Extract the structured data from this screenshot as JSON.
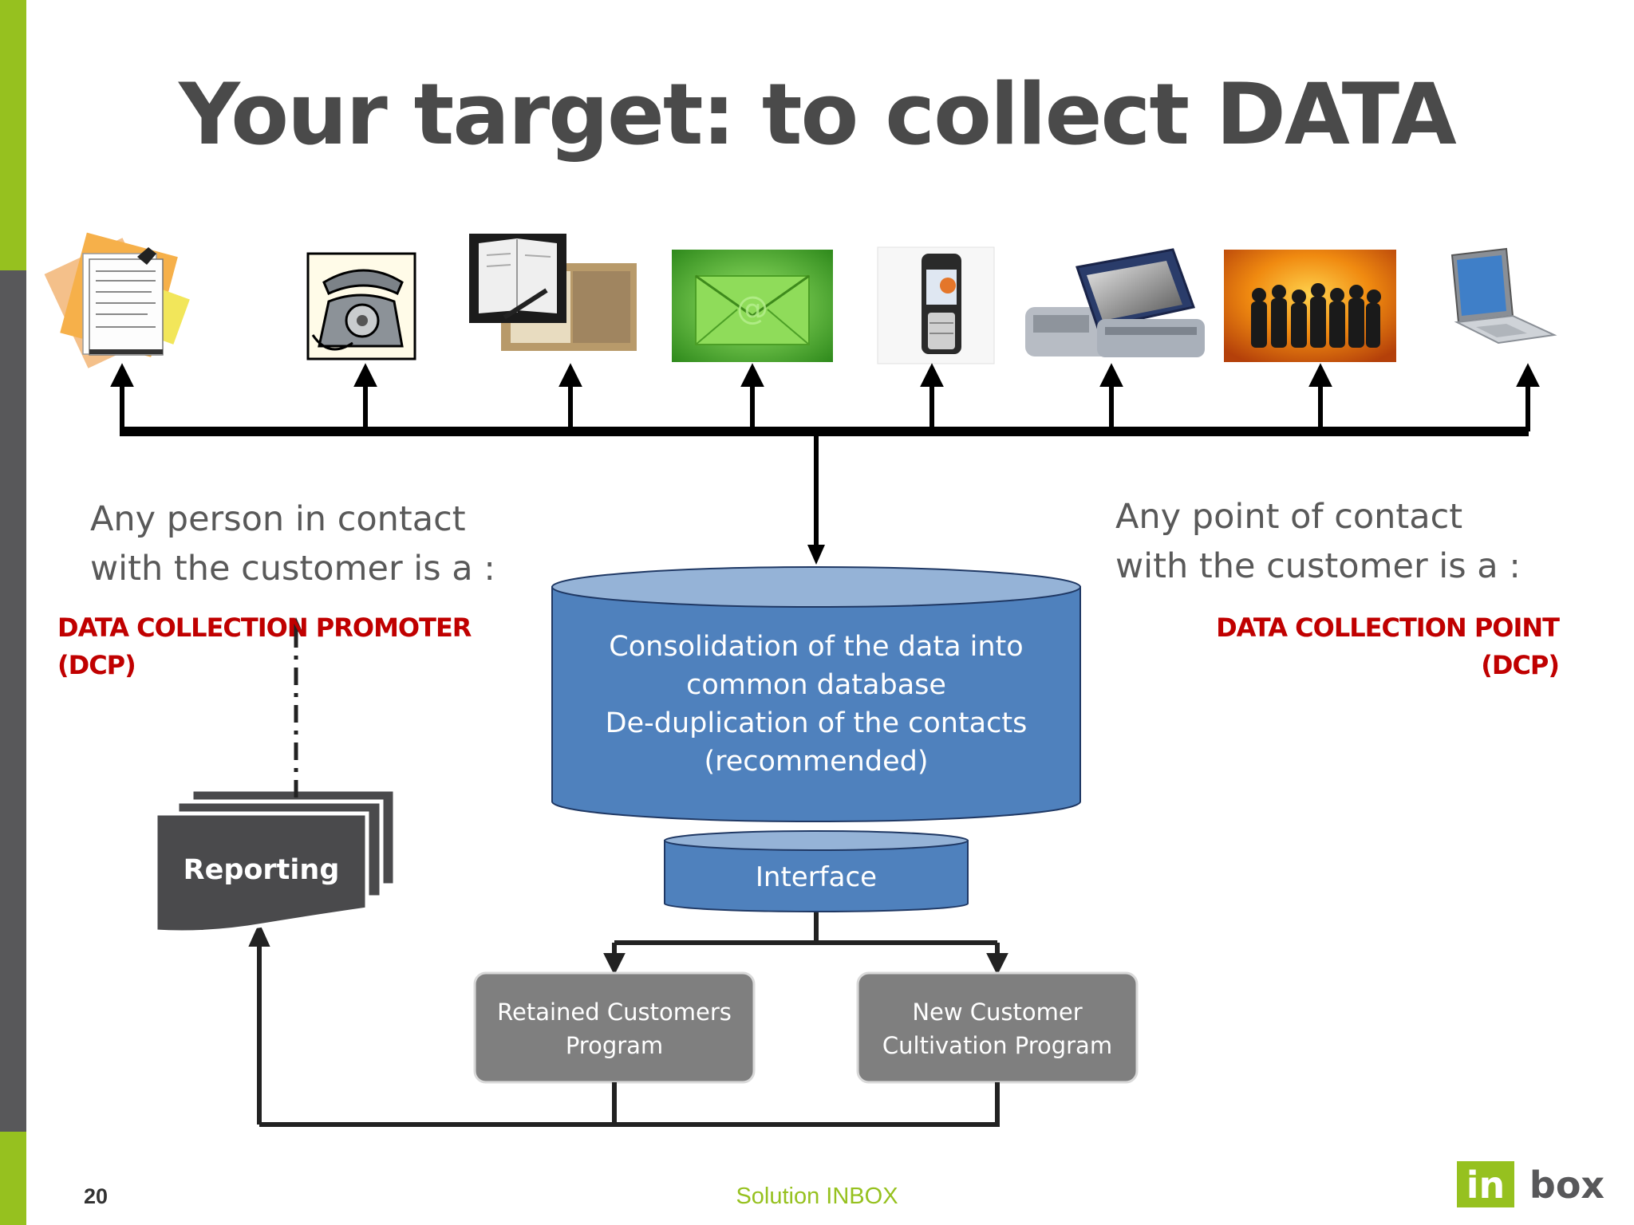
{
  "slide": {
    "title": "Your target: to collect DATA",
    "page_number": "20",
    "footer": "Solution INBOX",
    "logo_text": "inbox"
  },
  "left": {
    "caption_line1": "Any person in contact",
    "caption_line2": "with the customer is a :",
    "role_line1": "DATA COLLECTION PROMOTER",
    "role_line2": "(DCP)"
  },
  "right": {
    "caption_line1": "Any point of contact",
    "caption_line2": "with the customer is a :",
    "role_line1": "DATA COLLECTION POINT",
    "role_line2": "(DCP)"
  },
  "database": {
    "line1": "Consolidation of the data into",
    "line2": "common database",
    "line3": "De-duplication of the contacts",
    "line4": "(recommended)"
  },
  "interface": {
    "label": "Interface"
  },
  "reporting": {
    "label": "Reporting"
  },
  "programs": [
    {
      "line1": "Retained Customers",
      "line2": "Program"
    },
    {
      "line1": "New Customer",
      "line2": "Cultivation  Program"
    }
  ],
  "channels": [
    {
      "icon": "forms-icon"
    },
    {
      "icon": "telephone-icon"
    },
    {
      "icon": "notebook-icon"
    },
    {
      "icon": "email-envelope-icon"
    },
    {
      "icon": "mobile-phone-icon"
    },
    {
      "icon": "pos-terminal-icon"
    },
    {
      "icon": "people-crowd-icon"
    },
    {
      "icon": "laptop-icon"
    }
  ],
  "colors": {
    "accent_green": "#96c11f",
    "side_gray": "#58585a",
    "db_blue": "#4f81bd",
    "db_top": "#95b3d7",
    "program_gray": "#7f7f7f",
    "report_dark": "#4a4a4c",
    "role_red": "#c00000"
  }
}
